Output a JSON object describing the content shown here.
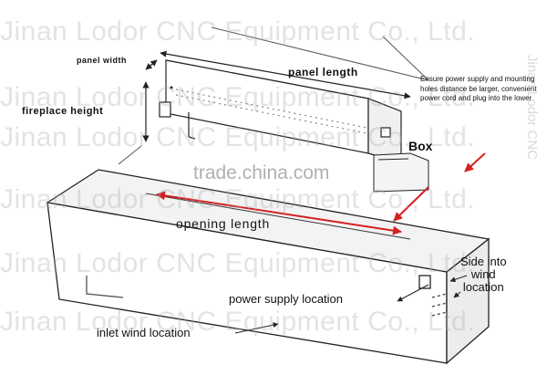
{
  "watermarks": {
    "company": "Jinan Lodor CNC Equipment Co., Ltd.",
    "vertical": "Jinan Lodor CNC",
    "trade": "trade.china.com"
  },
  "labels": {
    "panel_width": "panel width",
    "panel_length": "panel length",
    "fireplace_height": "fireplace height",
    "box": "Box",
    "opening_length": "opening length",
    "side_into_wind_location": "Side into\nwind\nlocation",
    "power_supply_location": "power supply location",
    "inlet_wind_location": "inlet wind location"
  },
  "note": "Ensure power supply and mounting holes distance be larger, convenient power cord and plug into the lower",
  "colors": {
    "arrow_red": "#d42020",
    "line": "#2a2a2a",
    "burner": "#b7ada0"
  }
}
